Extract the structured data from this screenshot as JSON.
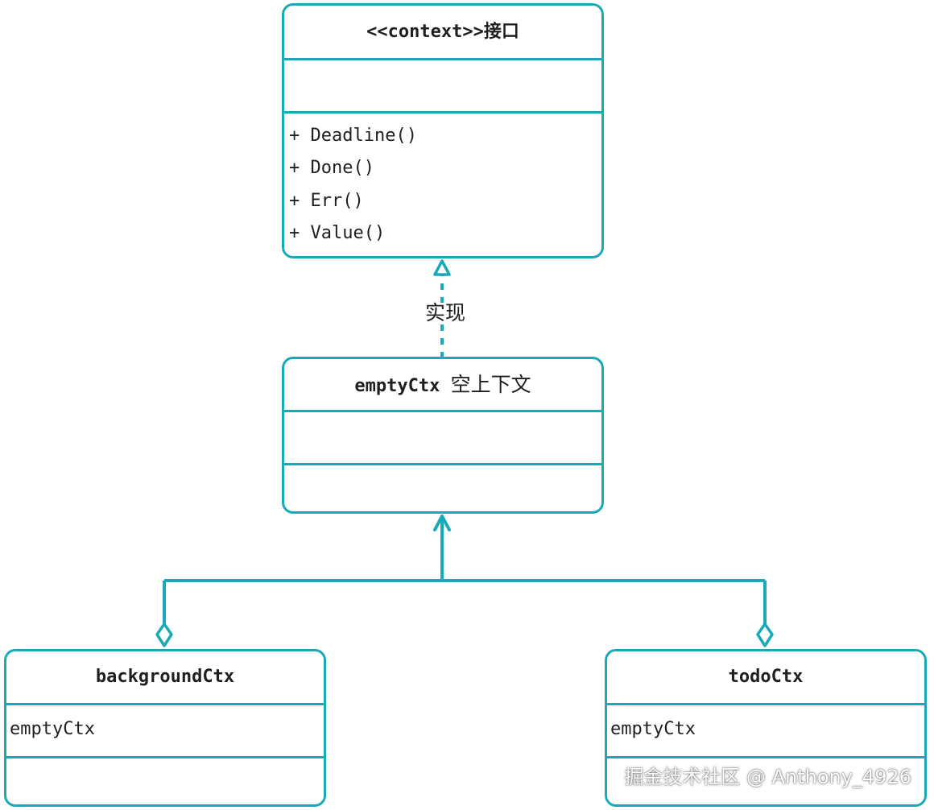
{
  "colors": {
    "stroke": "#1aa9b8",
    "text": "#1f1f1f"
  },
  "interface_class": {
    "title": "<<context>>接口",
    "methods": [
      "+ Deadline()",
      "+ Done()",
      "+ Err()",
      "+ Value()"
    ]
  },
  "realization_label": "实现",
  "empty_class": {
    "title": "emptyCtx",
    "title_cn": "空上下文"
  },
  "background_class": {
    "title": "backgroundCtx",
    "attribute": "emptyCtx"
  },
  "todo_class": {
    "title": "todoCtx",
    "attribute": "emptyCtx"
  },
  "watermark": "掘金技术社区 @ Anthony_4926"
}
